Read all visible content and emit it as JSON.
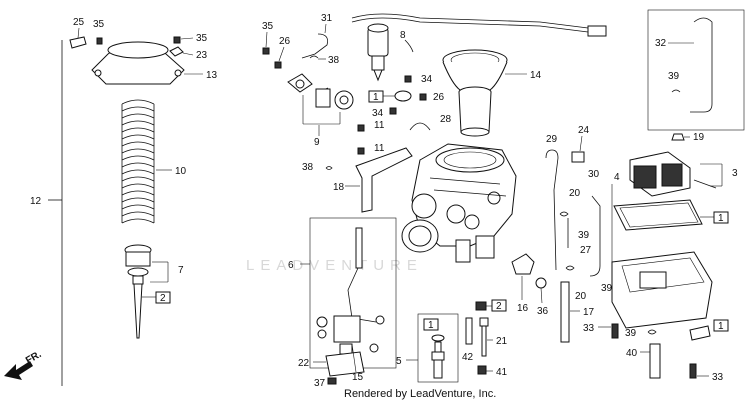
{
  "watermark": "LEADVENTURE",
  "credit": "Rendered by LeadVenture, Inc.",
  "direction_label": "FR.",
  "callouts": {
    "c1": "1",
    "c2": "2",
    "c3": "3",
    "c4": "4",
    "c5": "5",
    "c6": "6",
    "c7": "7",
    "c8": "8",
    "c9": "9",
    "c10": "10",
    "c11": "11",
    "c12": "12",
    "c13": "13",
    "c14": "14",
    "c15": "15",
    "c16": "16",
    "c17": "17",
    "c18": "18",
    "c19": "19",
    "c20": "20",
    "c21": "21",
    "c22": "22",
    "c23": "23",
    "c24": "24",
    "c25": "25",
    "c26": "26",
    "c27": "27",
    "c28": "28",
    "c29": "29",
    "c30": "30",
    "c31": "31",
    "c32": "32",
    "c33": "33",
    "c34": "34",
    "c35": "35",
    "c36": "36",
    "c37": "37",
    "c38": "38",
    "c39": "39",
    "c40": "40",
    "c41": "41",
    "c42": "42"
  }
}
